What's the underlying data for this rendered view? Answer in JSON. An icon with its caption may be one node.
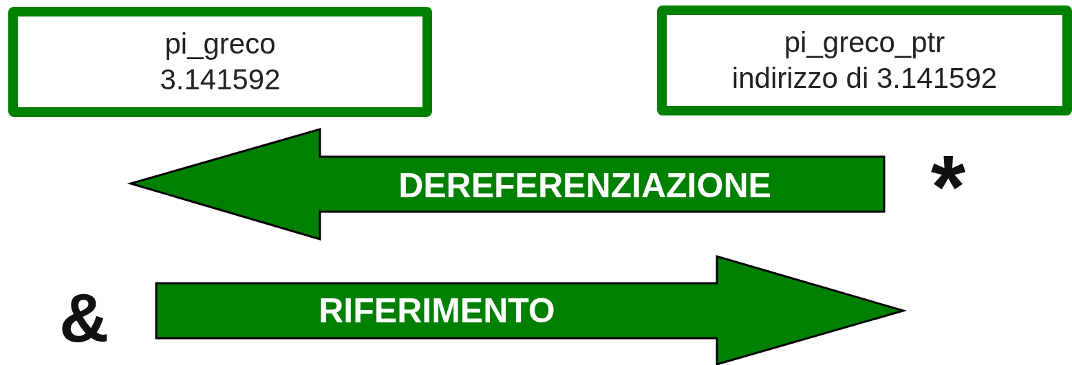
{
  "diagram": {
    "nodes": [
      {
        "text": [
          "pi_greco",
          "3.141592"
        ]
      },
      {
        "text": [
          "pi_greco_ptr",
          "indirizzo di 3.141592"
        ]
      },
      {
        "text": [
          "DEREFERENZIAZIONE"
        ]
      },
      {
        "text": [
          "RIFERIMENTO"
        ]
      }
    ],
    "labels": [
      "*",
      "&"
    ]
  }
}
